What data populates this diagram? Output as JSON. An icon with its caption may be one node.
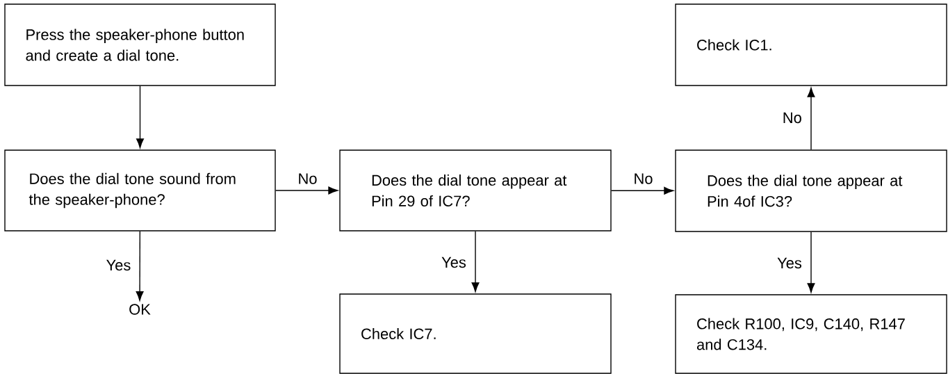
{
  "diagram": {
    "nodes": [
      {
        "text": [
          "Press the speaker-phone button and create a dial tone."
        ]
      },
      {
        "text": [
          "Does the dial tone sound from the speaker-phone?"
        ]
      },
      {
        "text": [
          "OK"
        ]
      },
      {
        "text": [
          "Does the dial tone appear at Pin 29 of IC7?"
        ]
      },
      {
        "text": [
          "Check IC7."
        ]
      },
      {
        "text": [
          "Check IC1."
        ]
      },
      {
        "text": [
          "Does the dial tone appear at Pin 4of IC3?"
        ]
      },
      {
        "text": [
          "Check R100, IC9, C140, R147 and C134."
        ]
      }
    ],
    "edges": [
      {
        "from": 0,
        "to": 1,
        "arrow": "to"
      },
      {
        "from": 1,
        "to": 2,
        "arrow": "to",
        "label": "Yes"
      },
      {
        "from": 1,
        "to": 3,
        "arrow": "to",
        "label": "No"
      },
      {
        "from": 3,
        "to": 4,
        "arrow": "to",
        "label": "Yes"
      },
      {
        "from": 3,
        "to": 6,
        "arrow": "to",
        "label": "No"
      },
      {
        "from": 6,
        "to": 5,
        "arrow": "to",
        "label": "No"
      },
      {
        "from": 6,
        "to": 7,
        "arrow": "to",
        "label": "Yes"
      }
    ]
  }
}
